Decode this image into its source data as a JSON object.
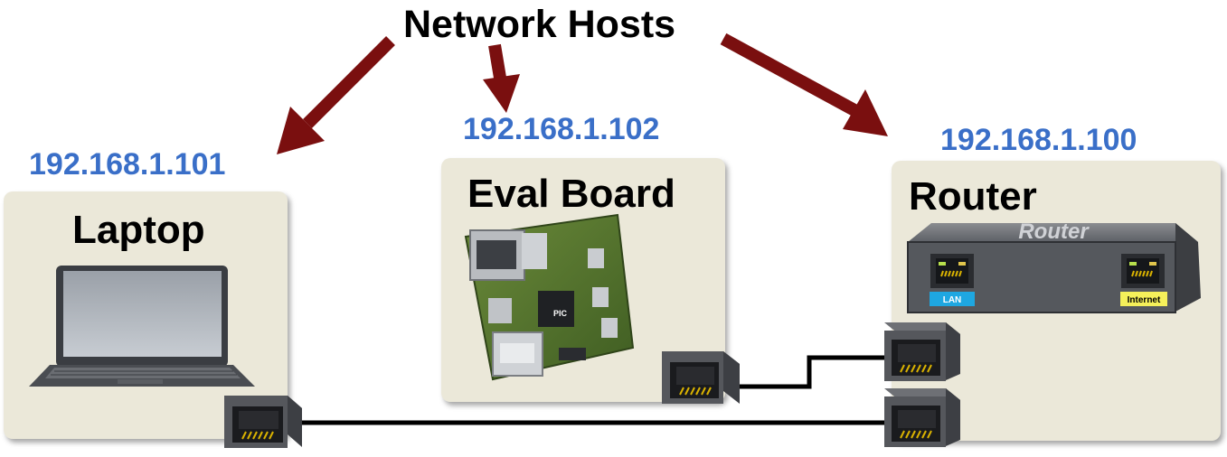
{
  "title": "Network Hosts",
  "hosts": {
    "laptop": {
      "label": "Laptop",
      "ip": "192.168.1.101"
    },
    "eval": {
      "label": "Eval Board",
      "ip": "192.168.1.102"
    },
    "router": {
      "label": "Router",
      "ip": "192.168.1.100"
    }
  },
  "router_device": {
    "brand_text": "Router",
    "lan_label": "LAN",
    "internet_label": "Internet"
  },
  "colors": {
    "arrow": "#7a0f0f",
    "ip_text": "#3a6fc8",
    "panel": "#ebe8d9",
    "lan_badge": "#1ea7e1",
    "internet_badge": "#f5f05a"
  }
}
